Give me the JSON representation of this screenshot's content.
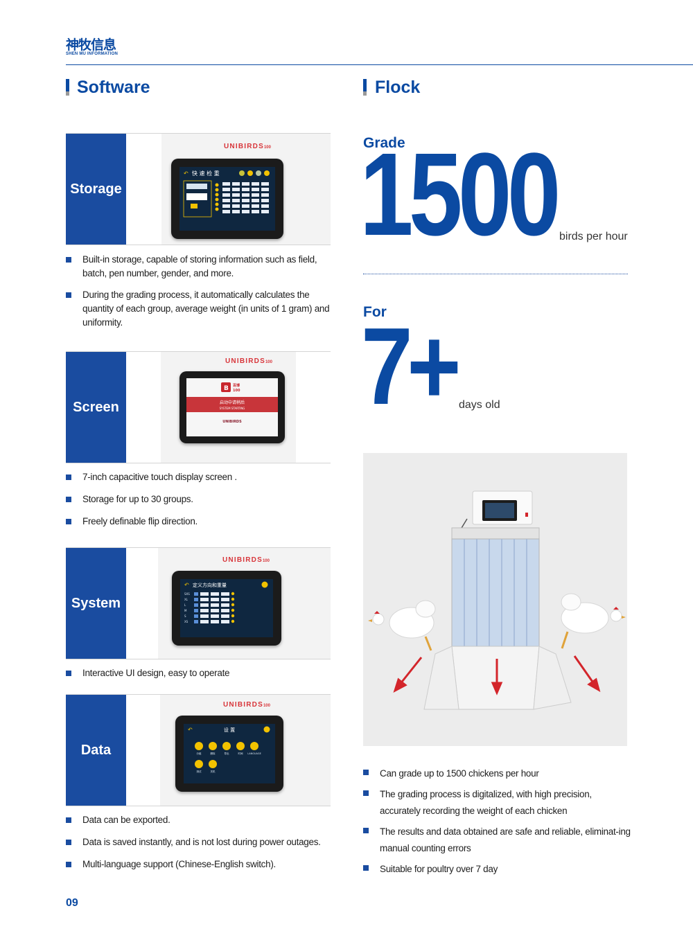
{
  "header": {
    "logo_cn": "神牧信息",
    "logo_en": "SHEN MU INFORMATION"
  },
  "software": {
    "title": "Software",
    "cards": [
      {
        "label": "Storage",
        "brand": "UNIBIRDS",
        "brand_small": "100",
        "screen_title": "快 速 检 重",
        "bullets": [
          "Built-in storage, capable of storing information such as field, batch, pen number, gender, and more.",
          "During the grading process, it automatically  calculates the quantity of each group, average weight (in units of 1 gram) and uniformity."
        ]
      },
      {
        "label": "Screen",
        "brand": "UNIBIRDS",
        "brand_small": "100",
        "screen_title": "启动中请稍后",
        "screen_sub": "SYSTEM STARTING",
        "bullets": [
          "7-inch capacitive touch display screen .",
          "Storage for up to 30 groups.",
          "Freely definable flip direction."
        ]
      },
      {
        "label": "System",
        "brand": "UNIBIRDS",
        "brand_small": "100",
        "screen_title": "定义方向和重量",
        "bullets": [
          "Interactive UI design, easy to operate"
        ]
      },
      {
        "label": "Data",
        "brand": "UNIBIRDS",
        "brand_small": "100",
        "screen_title": "设 置",
        "bullets": [
          "Data can be exported.",
          "Data is saved instantly, and is not lost during power outages.",
          "Multi-language support (Chinese-English switch)."
        ]
      }
    ]
  },
  "flock": {
    "title": "Flock",
    "grade_label": "Grade",
    "grade_value": "1500",
    "grade_unit": "birds per hour",
    "for_label": "For",
    "for_value": "7+",
    "for_unit": "days old",
    "bullets": [
      "Can grade up to 1500 chickens per hour",
      "The grading process is digitalized, with high precision, accurately recording the weight of  each chicken",
      "The results and data obtained are safe and reliable, eliminat-ing manual counting errors",
      "Suitable for poultry over 7 day"
    ]
  },
  "page_number": "09",
  "colors": {
    "brand_blue": "#0b4aa2",
    "tab_blue": "#1a4ca0",
    "arrow_red": "#d3252b"
  }
}
